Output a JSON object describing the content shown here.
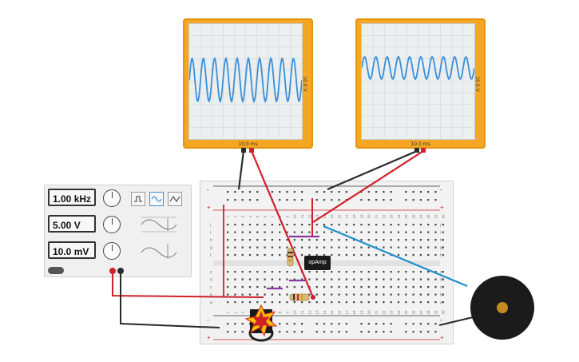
{
  "scope_left": {
    "time_label": "10.0 ms",
    "volt_label": "10.0 V"
  },
  "scope_right": {
    "time_label": "10.0 ms",
    "volt_label": "10.0 V"
  },
  "function_generator": {
    "frequency": "1.00 kHz",
    "amplitude": "5.00 V",
    "dc_offset": "10.0 mV",
    "waveforms": [
      "square-wave-icon",
      "sine-wave-icon",
      "triangle-wave-icon"
    ],
    "selected_waveform": "sine"
  },
  "breadboard": {
    "column_numbers": [
      "1",
      "2",
      "3",
      "4",
      "5",
      "6",
      "7",
      "8",
      "9",
      "10",
      "11",
      "12",
      "13",
      "14",
      "15",
      "16",
      "17",
      "18",
      "19",
      "20",
      "21",
      "22",
      "23",
      "24",
      "25",
      "26",
      "27",
      "28",
      "29",
      "30"
    ],
    "top_rows": [
      "j",
      "i",
      "h",
      "g",
      "f"
    ],
    "bottom_rows": [
      "e",
      "d",
      "c",
      "b",
      "a"
    ],
    "rail_minus": "-",
    "rail_plus": "+"
  },
  "opamp": {
    "label": "opAmp"
  },
  "colors": {
    "scope_body": "#f5a623",
    "trace": "#3a8fd9",
    "wire_red": "#d0202a",
    "wire_black": "#2a2a2a",
    "wire_blue": "#1e90c8",
    "wire_purple": "#8a3aa0",
    "breadboard": "#f2f2f2"
  }
}
